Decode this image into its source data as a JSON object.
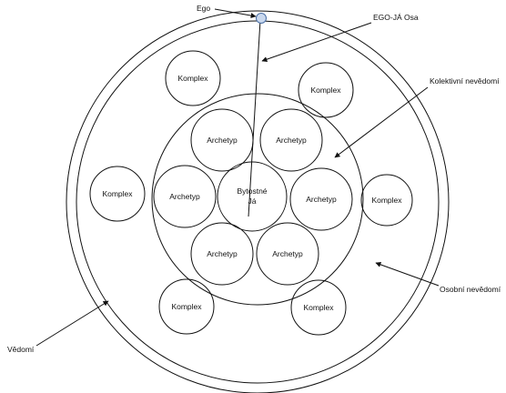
{
  "labels": {
    "ego": "Ego",
    "ego_ja_osa": "EGO-JÁ Osa",
    "kolektivni": "Kolektivní nevědomí",
    "osobni": "Osobní nevědomí",
    "vedomi": "Vědomí",
    "bytostne_line1": "Bytostné",
    "bytostne_line2": "Já"
  },
  "archetypes": [
    "Archetyp",
    "Archetyp",
    "Archetyp",
    "Archetyp",
    "Archetyp",
    "Archetyp"
  ],
  "complexes": [
    "Komplex",
    "Komplex",
    "Komplex",
    "Komplex",
    "Komplex",
    "Komplex"
  ],
  "colors": {
    "stroke": "#111111",
    "ego_fill": "#c9d8ee",
    "ego_stroke": "#4a6fa5"
  }
}
